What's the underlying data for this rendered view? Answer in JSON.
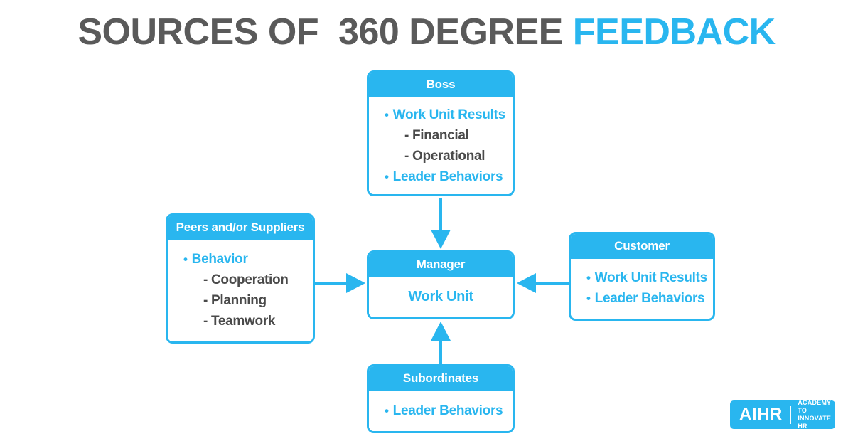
{
  "title": {
    "part1": "SOURCES OF  360 DEGREE ",
    "part2": "FEEDBACK"
  },
  "colors": {
    "accent_blue": "#29b6ef",
    "title_gray": "#5a5a5a",
    "subitem_gray": "#4a4a4a",
    "background": "#ffffff",
    "header_text": "#ffffff"
  },
  "diagram": {
    "type": "360-degree-feedback",
    "center": {
      "header": "Manager",
      "body_text": "Work Unit"
    },
    "sources": [
      {
        "id": "boss",
        "header": "Boss",
        "position": "top",
        "items": [
          {
            "kind": "bullet",
            "text": "Work Unit Results"
          },
          {
            "kind": "sub",
            "text": "- Financial"
          },
          {
            "kind": "sub",
            "text": "- Operational"
          },
          {
            "kind": "bullet",
            "text": "Leader Behaviors"
          }
        ]
      },
      {
        "id": "peers",
        "header": "Peers and/or Suppliers",
        "position": "left",
        "items": [
          {
            "kind": "bullet",
            "text": "Behavior"
          },
          {
            "kind": "sub",
            "text": "- Cooperation"
          },
          {
            "kind": "sub",
            "text": "- Planning"
          },
          {
            "kind": "sub",
            "text": "- Teamwork"
          }
        ]
      },
      {
        "id": "customer",
        "header": "Customer",
        "position": "right",
        "items": [
          {
            "kind": "bullet",
            "text": "Work Unit Results"
          },
          {
            "kind": "bullet",
            "text": "Leader Behaviors"
          }
        ]
      },
      {
        "id": "subordinates",
        "header": "Subordinates",
        "position": "bottom",
        "items": [
          {
            "kind": "bullet",
            "text": "Leader Behaviors"
          }
        ]
      }
    ],
    "arrows": [
      {
        "from": "boss",
        "to": "manager",
        "direction": "down"
      },
      {
        "from": "peers",
        "to": "manager",
        "direction": "right"
      },
      {
        "from": "customer",
        "to": "manager",
        "direction": "left"
      },
      {
        "from": "subordinates",
        "to": "manager",
        "direction": "up"
      }
    ],
    "bullet_glyph": "•"
  },
  "logo": {
    "mark": "AIHR",
    "tagline_line1": "ACADEMY TO",
    "tagline_line2": "INNOVATE HR"
  }
}
